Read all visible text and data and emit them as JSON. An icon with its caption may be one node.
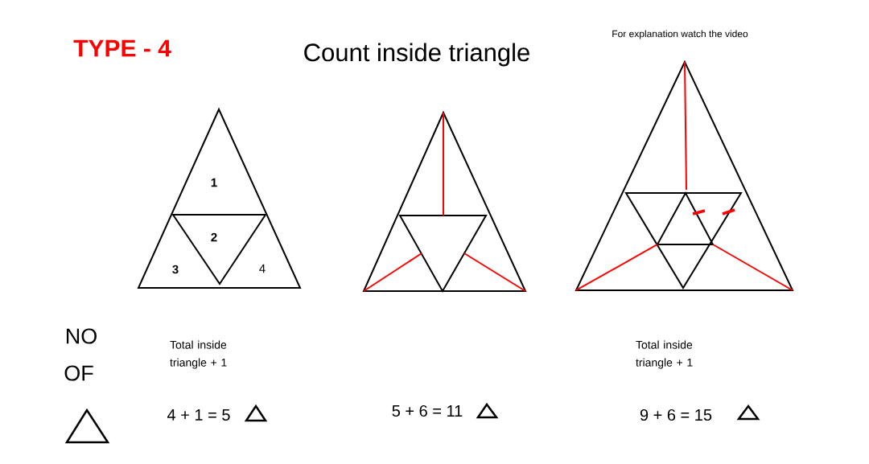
{
  "diagram": {
    "title": "Count inside triangle",
    "labels": [
      "TYPE - 4",
      "For explanation watch the video",
      "1",
      "2",
      "3",
      "4",
      "NO",
      "OF",
      "Total inside triangle + 1",
      "Total inside triangle + 1",
      "4 + 1 = 5",
      "5 + 6 = 11",
      "9 + 6 = 15"
    ]
  }
}
